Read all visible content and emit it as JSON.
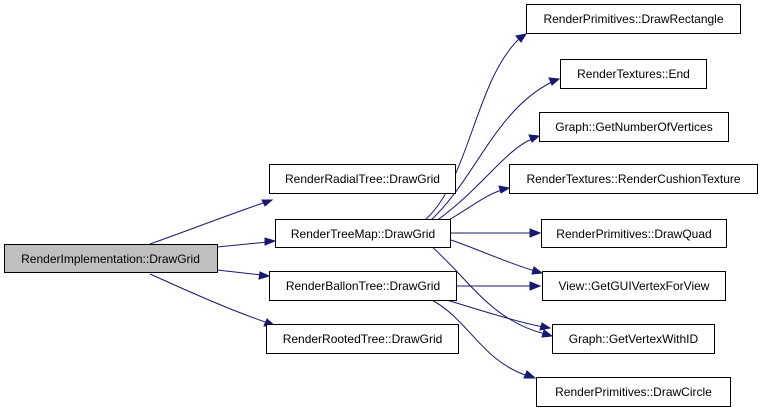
{
  "colors": {
    "edge": "#191970",
    "root_fill": "#bfbfbf",
    "node_fill": "#ffffff",
    "border": "#000000"
  },
  "nodes": {
    "root": "RenderImplementation::DrawGrid",
    "radial": "RenderRadialTree::DrawGrid",
    "treemap": "RenderTreeMap::DrawGrid",
    "ballon": "RenderBallonTree::DrawGrid",
    "rooted": "RenderRootedTree::DrawGrid",
    "drawRect": "RenderPrimitives::DrawRectangle",
    "texEnd": "RenderTextures::End",
    "numVerts": "Graph::GetNumberOfVertices",
    "cushion": "RenderTextures::RenderCushionTexture",
    "drawQuad": "RenderPrimitives::DrawQuad",
    "guiVertex": "View::GetGUIVertexForView",
    "vertexId": "Graph::GetVertexWithID",
    "drawCircle": "RenderPrimitives::DrawCircle"
  }
}
